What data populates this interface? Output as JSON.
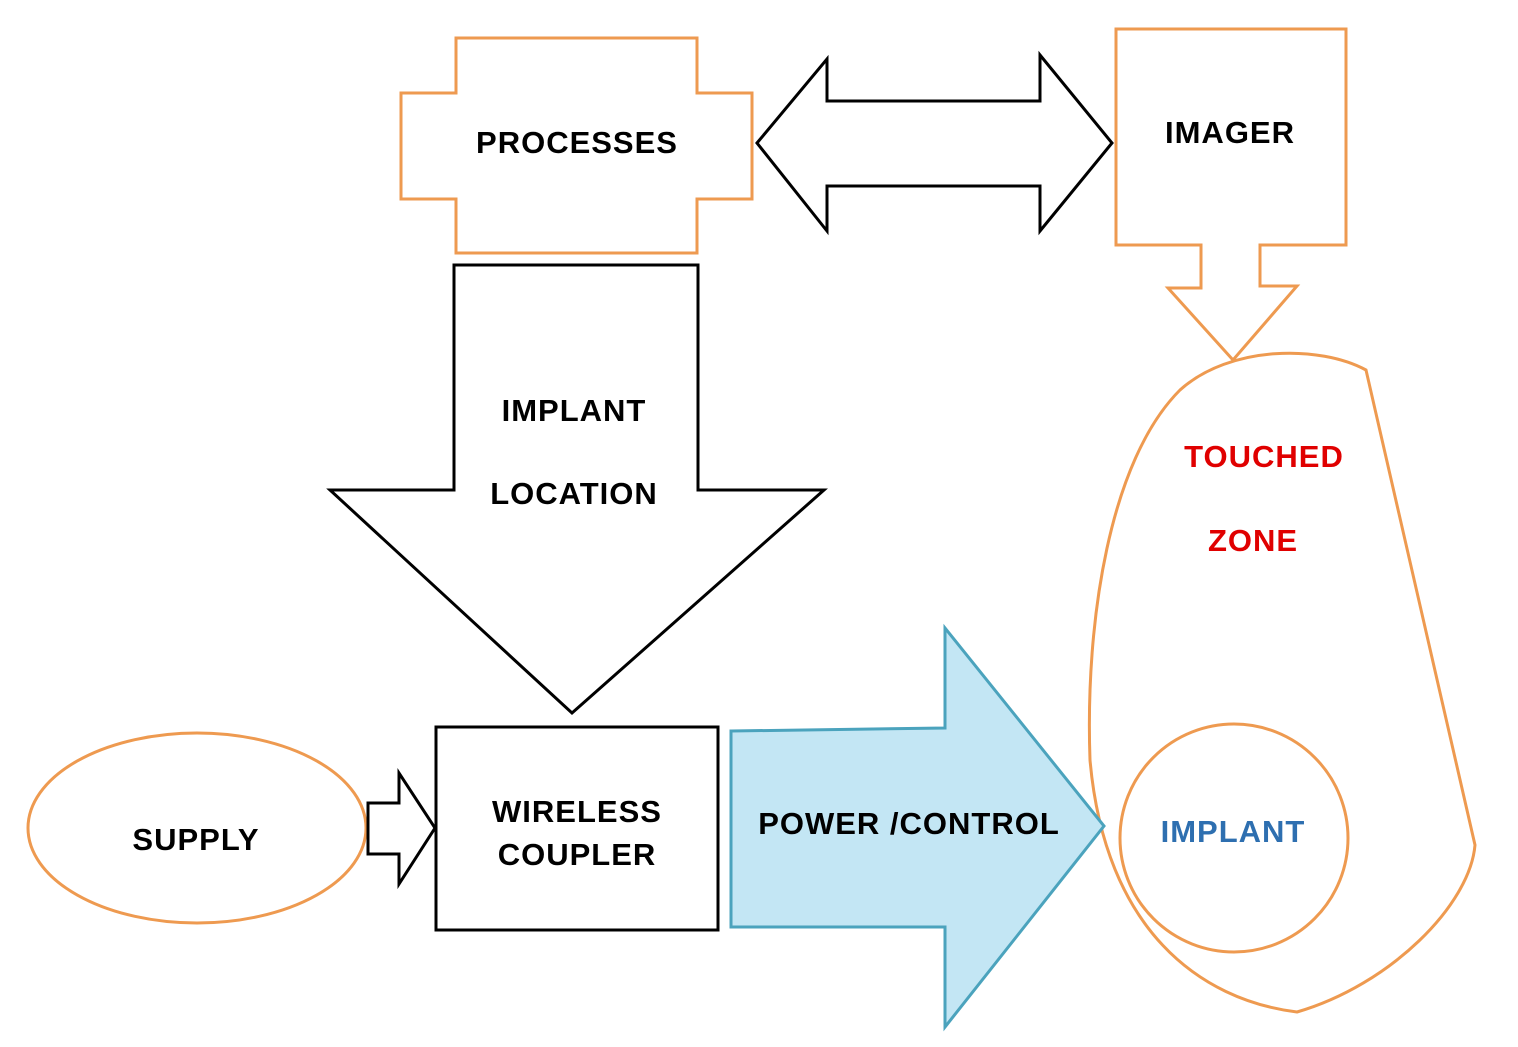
{
  "colors": {
    "orange": "#EE9A50",
    "black": "#000000",
    "blue_fill": "#C3E6F4",
    "blue_stroke": "#4BA3BD",
    "red_text": "#E00000",
    "blue_text": "#2E6FB0"
  },
  "nodes": {
    "processes": {
      "label": "PROCESSES"
    },
    "imager": {
      "label": "IMAGER"
    },
    "implant_location": {
      "line1": "IMPLANT",
      "line2": "LOCATION"
    },
    "touched_zone": {
      "line1": "TOUCHED",
      "line2": "ZONE"
    },
    "implant": {
      "label": "IMPLANT"
    },
    "supply": {
      "label": "SUPPLY"
    },
    "wireless_coupler": {
      "line1": "WIRELESS",
      "line2": "COUPLER"
    },
    "power_control": {
      "label": "POWER /CONTROL"
    }
  },
  "edges": [
    {
      "from": "processes",
      "to": "imager",
      "style": "double-arrow"
    },
    {
      "from": "imager",
      "to": "touched_zone",
      "style": "arrow"
    },
    {
      "from": "processes",
      "to": "wireless_coupler",
      "label_ref": "implant_location",
      "style": "arrow"
    },
    {
      "from": "supply",
      "to": "wireless_coupler",
      "style": "arrow"
    },
    {
      "from": "wireless_coupler",
      "to": "implant",
      "label_ref": "power_control",
      "style": "arrow"
    }
  ]
}
